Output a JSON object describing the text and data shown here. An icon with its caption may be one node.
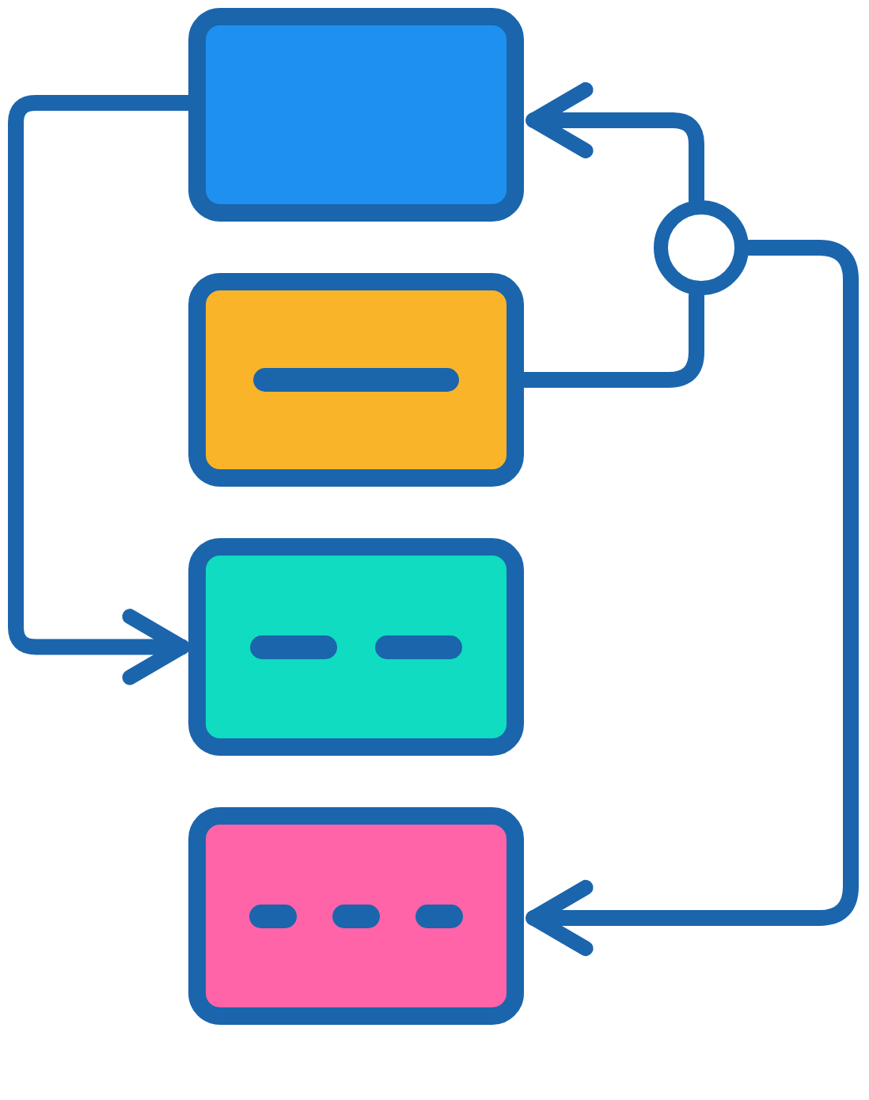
{
  "diagram": {
    "nodes": [
      {
        "text": [],
        "shape": "box"
      },
      {
        "text": [],
        "shape": "box"
      },
      {
        "text": [],
        "shape": "box"
      },
      {
        "text": [],
        "shape": "box"
      },
      {
        "text": [],
        "shape": "circle"
      }
    ],
    "edges": [
      {
        "from": 0,
        "to": 2,
        "arrow": "to"
      },
      {
        "from": 1,
        "to": 4,
        "arrow": "none"
      },
      {
        "from": 4,
        "to": 0,
        "arrow": "to"
      },
      {
        "from": 4,
        "to": 3,
        "arrow": "to"
      }
    ]
  }
}
